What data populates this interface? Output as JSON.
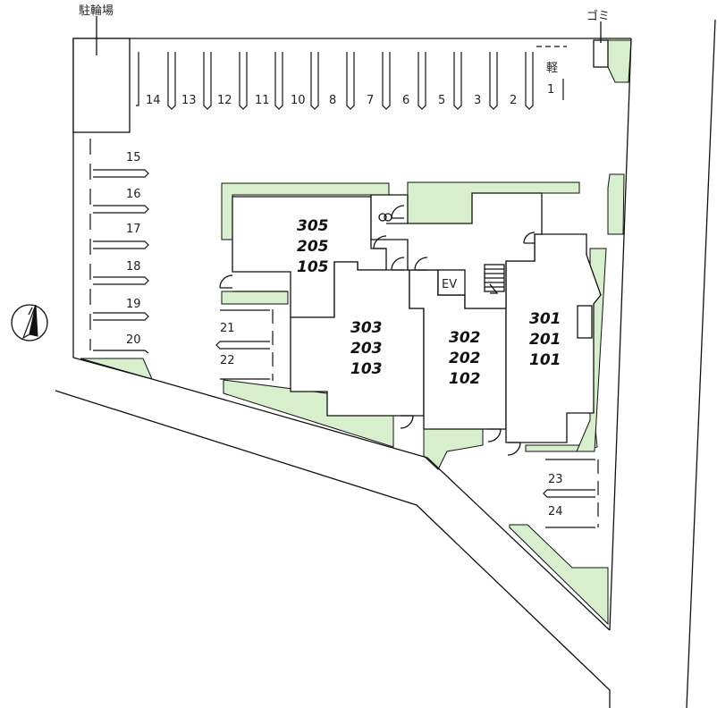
{
  "labels": {
    "bicycle_parking": "駐輪場",
    "garbage": "ゴミ",
    "kei": "軽",
    "ev": "EV"
  },
  "top_row_spaces": [
    "14",
    "13",
    "12",
    "11",
    "10",
    "8",
    "7",
    "6",
    "5",
    "3",
    "2",
    "1"
  ],
  "left_column_spaces": [
    "15",
    "16",
    "17",
    "18",
    "19",
    "20"
  ],
  "middle_spaces": [
    "21",
    "22"
  ],
  "right_spaces": [
    "23",
    "24"
  ],
  "units": {
    "block_a": [
      "305",
      "205",
      "105"
    ],
    "block_b": [
      "303",
      "203",
      "103"
    ],
    "block_c": [
      "302",
      "202",
      "102"
    ],
    "block_d": [
      "301",
      "201",
      "101"
    ]
  },
  "colors": {
    "green": "#d7efcd",
    "line": "#111111"
  }
}
